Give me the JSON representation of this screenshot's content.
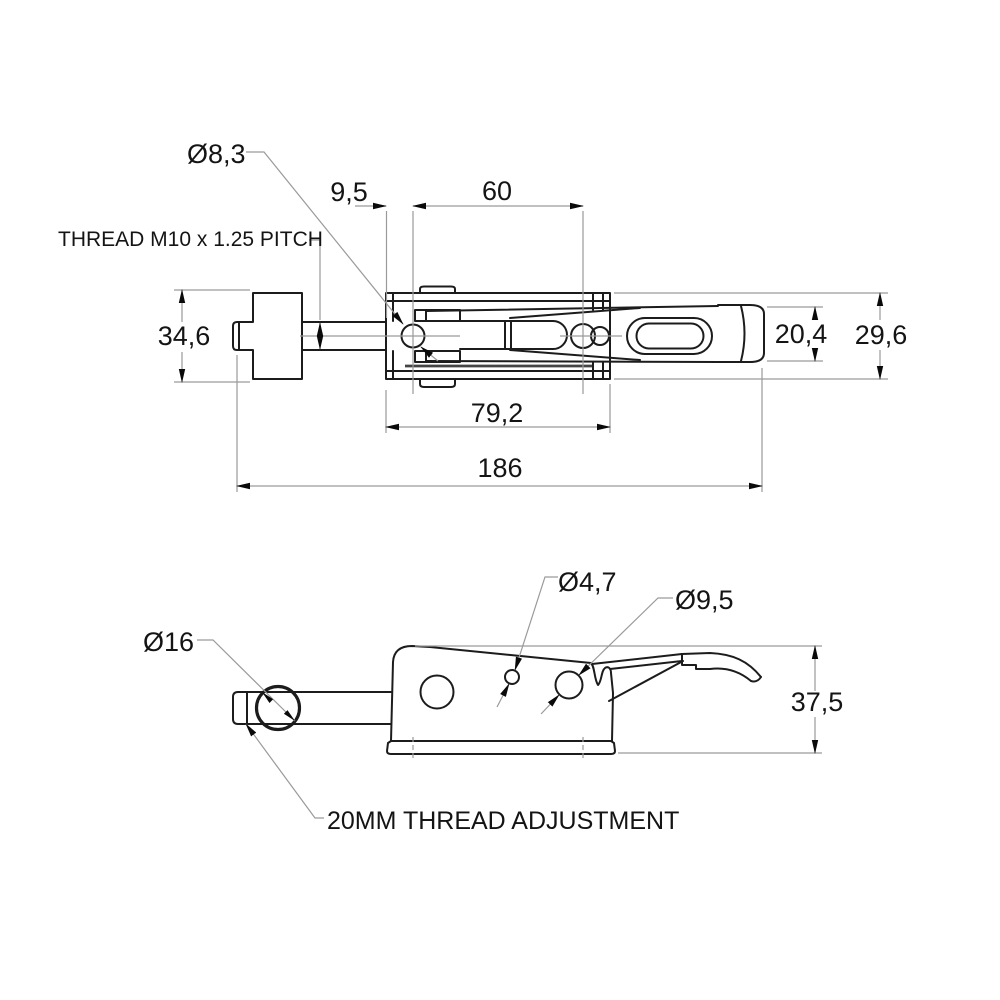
{
  "drawing": {
    "background": "#ffffff",
    "part_line_color": "#1c1c1c",
    "dimension_line_color": "#9a9a9a",
    "arrow_color": "#0a0a0a",
    "text_color": "#141414"
  },
  "top_view": {
    "callout_hole": "Ø8,3",
    "callout_thread": "THREAD M10 x 1.25 PITCH",
    "dim_hole_offset": "9,5",
    "dim_hole_spacing": "60",
    "dim_knob_height": "34,6",
    "dim_handle_width": "20,4",
    "dim_body_width": "29,6",
    "dim_base_length": "79,2",
    "dim_overall_length": "186"
  },
  "side_view": {
    "callout_small_hole": "Ø4,7",
    "callout_large_hole": "Ø9,5",
    "callout_knob": "Ø16",
    "callout_adjustment": "20MM THREAD ADJUSTMENT",
    "dim_height": "37,5"
  }
}
